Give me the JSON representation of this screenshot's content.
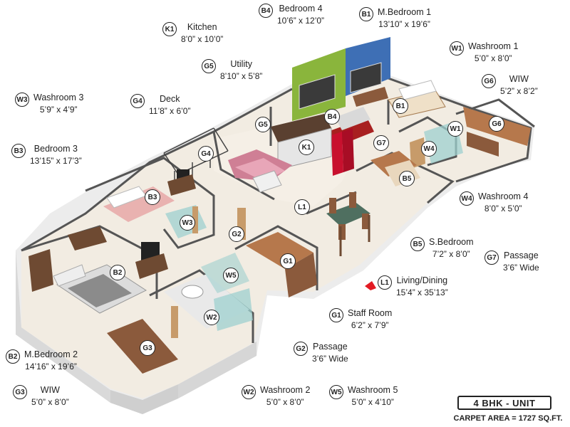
{
  "rooms": {
    "K1": {
      "code": "K1",
      "name": "Kitchen",
      "dim": "8’0” x 10’0”"
    },
    "B4": {
      "code": "B4",
      "name": "Bedroom 4",
      "dim": "10’6” x 12’0”"
    },
    "B1": {
      "code": "B1",
      "name": "M.Bedroom 1",
      "dim": "13’10” x 19’6”"
    },
    "W1": {
      "code": "W1",
      "name": "Washroom 1",
      "dim": "5’0” x 8’0”"
    },
    "G5": {
      "code": "G5",
      "name": "Utility",
      "dim": "8’10” x 5’8”"
    },
    "G6": {
      "code": "G6",
      "name": "WIW",
      "dim": "5’2” x 8’2”"
    },
    "W3": {
      "code": "W3",
      "name": "Washroom 3",
      "dim": "5’9” x 4’9”"
    },
    "G4": {
      "code": "G4",
      "name": "Deck",
      "dim": "11’8” x 6’0”"
    },
    "B3": {
      "code": "B3",
      "name": "Bedroom 3",
      "dim": "13’15” x 17’3”"
    },
    "W4": {
      "code": "W4",
      "name": "Washroom 4",
      "dim": "8’0” x 5’0”"
    },
    "B5": {
      "code": "B5",
      "name": "S.Bedroom",
      "dim": "7’2” x 8’0”"
    },
    "G7": {
      "code": "G7",
      "name": "Passage",
      "dim": "3’6” Wide"
    },
    "L1": {
      "code": "L1",
      "name": "Living/Dining",
      "dim": "15’4” x 35’13”"
    },
    "G1": {
      "code": "G1",
      "name": "Staff Room",
      "dim": "6’2” x 7’9”"
    },
    "G2": {
      "code": "G2",
      "name": "Passage",
      "dim": "3’6” Wide"
    },
    "B2": {
      "code": "B2",
      "name": "M.Bedroom 2",
      "dim": "14’16” x 19’6”"
    },
    "G3": {
      "code": "G3",
      "name": "WIW",
      "dim": "5’0” x 8’0”"
    },
    "W2": {
      "code": "W2",
      "name": "Washroom 2",
      "dim": "5’0” x 8’0”"
    },
    "W5": {
      "code": "W5",
      "name": "Washroom 5",
      "dim": "5’0” x 4’10”"
    }
  },
  "unit_type": "4 BHK - UNIT",
  "carpet_area": "CARPET AREA = 1727 SQ.FT.",
  "colors": {
    "wall_green": "#8ab53c",
    "wall_blue": "#3e6fb5",
    "floor": "#f2ece2",
    "wall": "#ffffff",
    "wall_top": "#555555",
    "bed_red": "#c8102e"
  }
}
